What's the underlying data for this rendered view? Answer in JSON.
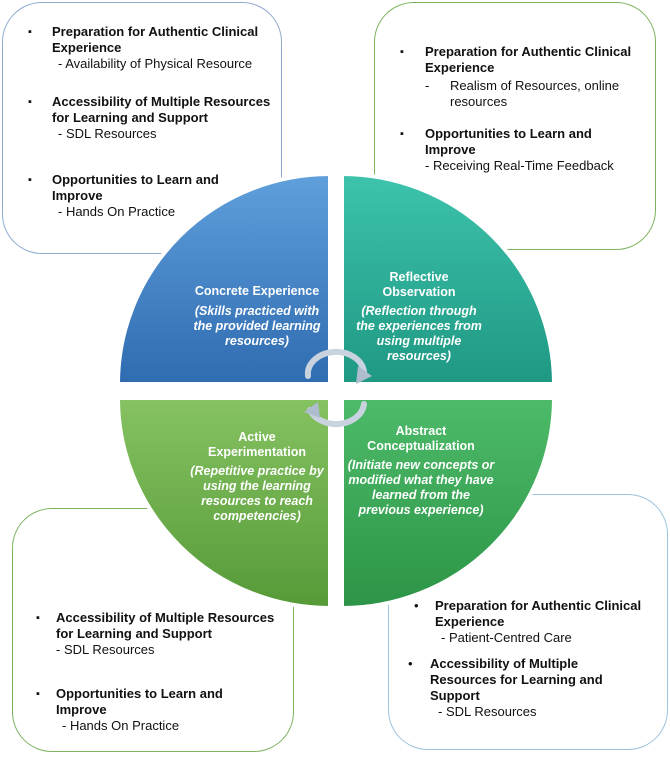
{
  "boxes": {
    "top_left": {
      "items": [
        {
          "heading": "Preparation for Authentic Clinical Experience",
          "sub": "- Availability of Physical Resource"
        },
        {
          "heading": "Accessibility of Multiple Resources for Learning and Support",
          "sub": "- SDL Resources"
        },
        {
          "heading": "Opportunities to Learn and Improve",
          "sub": "- Hands On Practice"
        }
      ]
    },
    "top_right": {
      "items": [
        {
          "heading": "Preparation for Authentic Clinical Experience",
          "sub_dash": "-",
          "sub": "Realism of Resources, online resources"
        },
        {
          "heading": "Opportunities to Learn and Improve",
          "sub": "- Receiving Real-Time Feedback"
        }
      ]
    },
    "bottom_left": {
      "items": [
        {
          "heading": "Accessibility of Multiple Resources for Learning and Support",
          "sub": "- SDL Resources"
        },
        {
          "heading": "Opportunities to Learn and Improve",
          "sub": "- Hands On Practice"
        }
      ]
    },
    "bottom_right": {
      "items": [
        {
          "heading": "Preparation for Authentic Clinical Experience",
          "sub": "- Patient-Centred Care"
        },
        {
          "heading": "Accessibility of Multiple Resources for Learning and Support",
          "sub": "- SDL Resources"
        }
      ]
    }
  },
  "quadrants": {
    "concrete": {
      "title": "Concrete Experience",
      "desc": "(Skills practiced with the provided learning resources)",
      "color": "#3f7fc4"
    },
    "reflective": {
      "title": "Reflective Observation",
      "desc": "(Reflection through the experiences from using multiple resources)",
      "color": "#2aae9a"
    },
    "active": {
      "title": "Active Experimentation",
      "desc": "(Repetitive practice by using the learning resources to reach competencies)",
      "color": "#6cad4a"
    },
    "abstract": {
      "title": "Abstract Conceptualization",
      "desc": "(Initiate new concepts or modified what they have learned from the previous experience)",
      "color": "#3fa856"
    }
  },
  "bullets": {
    "square": "▪",
    "dot": "•"
  }
}
